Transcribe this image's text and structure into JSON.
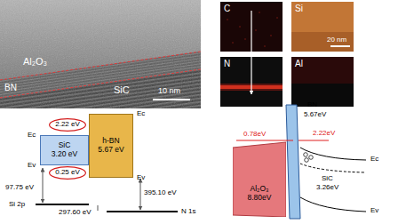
{
  "diagram": {
    "nodes": [
      {
        "text": [
          "C"
        ]
      },
      {
        "text": [
          "Si"
        ]
      },
      {
        "text": [
          "N"
        ]
      },
      {
        "text": [
          "Al"
        ]
      },
      {
        "text": [
          "SiC",
          "3.20 eV"
        ]
      },
      {
        "text": [
          "h-BN",
          "5.67 eV"
        ]
      },
      {
        "text": [
          "2.22 eV"
        ]
      },
      {
        "text": [
          "0.25 eV"
        ]
      },
      {
        "text": [
          "Al₂O₃",
          "8.80eV"
        ]
      }
    ],
    "labels": [
      "Al₂O₃",
      "BN",
      "SiC",
      "10 nm",
      "20 nm",
      "Ec",
      "Ev",
      "Ec",
      "Ev",
      "97.75 eV",
      "297.60 eV",
      "395.10 eV",
      "Si 2p",
      "N 1s",
      "BN",
      "5.67eV",
      "2.22eV",
      "0.78eV",
      "Ec",
      "Ev",
      "SiC",
      "3.26eV"
    ]
  }
}
